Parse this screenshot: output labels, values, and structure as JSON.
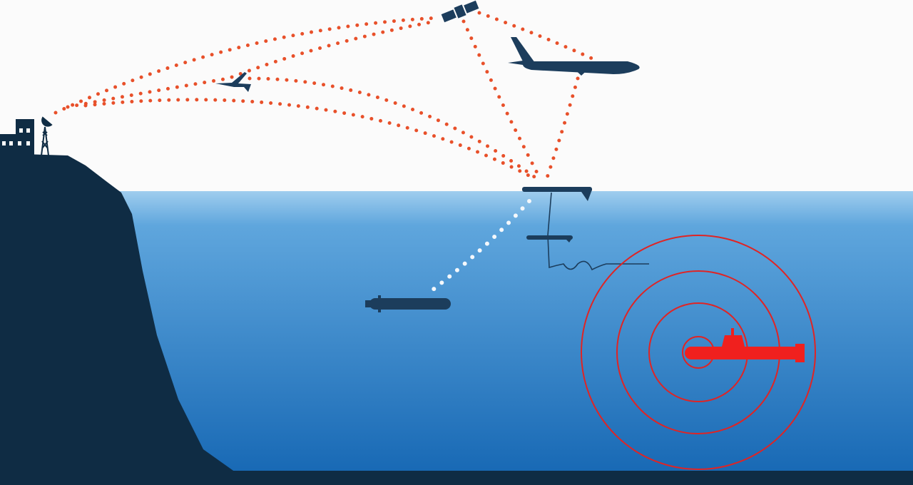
{
  "colors": {
    "sky": "#fbfbfb",
    "water_top": "#9fcdee",
    "water_bottom": "#1768b4",
    "land": "#0f2c44",
    "signal_air": "#e8502a",
    "signal_water": "#f4f8fc",
    "sonar": "#e02424",
    "target": "#f0201e"
  },
  "elements": [
    "shore-station",
    "radio-tower",
    "satellite",
    "drone",
    "patrol-aircraft",
    "surface-buoy-vehicle",
    "towed-sensor",
    "underwater-vehicle",
    "target-submarine",
    "sonar-rings"
  ]
}
